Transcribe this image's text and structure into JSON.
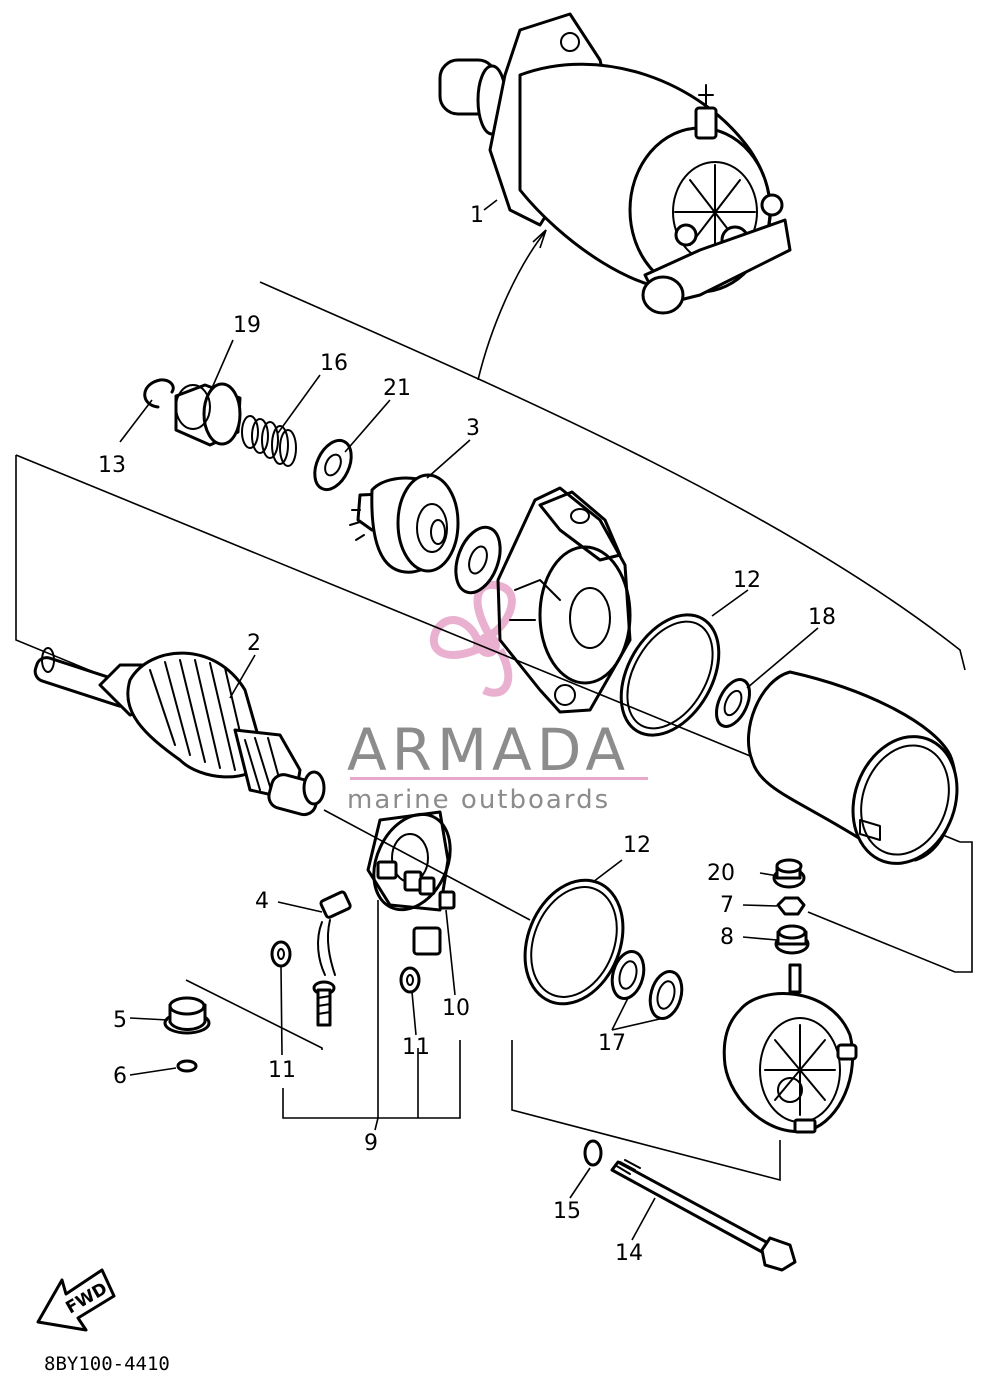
{
  "diagram": {
    "callouts": {
      "c1": "1",
      "c2": "2",
      "c3": "3",
      "c4": "4",
      "c5": "5",
      "c6": "6",
      "c7": "7",
      "c8": "8",
      "c9": "9",
      "c10": "10",
      "c11a": "11",
      "c11b": "11",
      "c12a": "12",
      "c12b": "12",
      "c13": "13",
      "c14": "14",
      "c15": "15",
      "c16": "16",
      "c17": "17",
      "c18": "18",
      "c19": "19",
      "c20": "20",
      "c21": "21"
    },
    "figure_code": "8BY100-4410",
    "fwd_label": "FWD"
  },
  "watermark": {
    "brand": "ARMADA",
    "tagline": "marine outboards",
    "colors": {
      "logo_pink": "#e8a8cc",
      "text_gray": "#8c8c8c"
    }
  }
}
